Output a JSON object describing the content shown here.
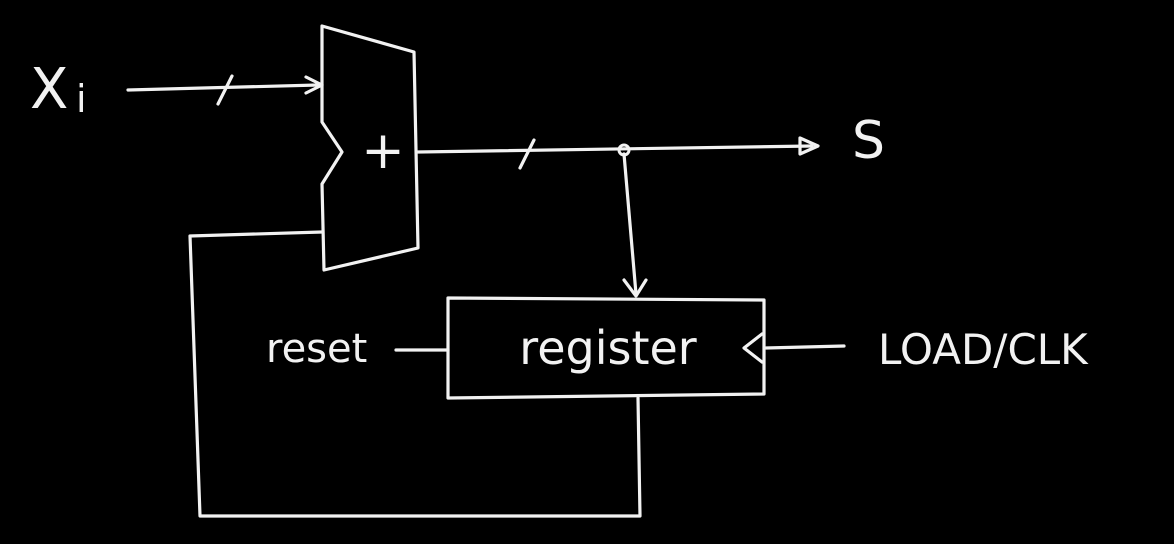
{
  "labels": {
    "input": "X",
    "input_subscript": "i",
    "adder_symbol": "+",
    "output": "S",
    "register": "register",
    "reset": "reset",
    "load_clk": "LOAD/CLK"
  },
  "colors": {
    "background": "#000000",
    "ink": "#f2f2f2"
  }
}
